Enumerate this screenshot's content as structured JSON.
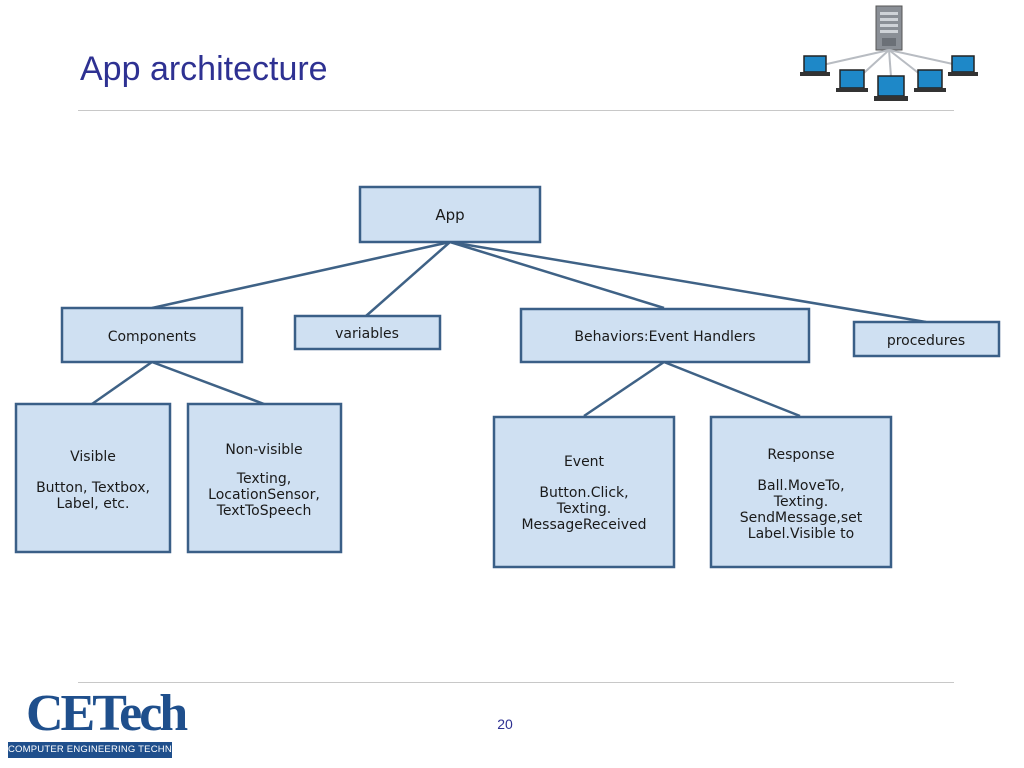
{
  "slide": {
    "title": "App architecture",
    "page_number": "20"
  },
  "logo": {
    "main": "CETech",
    "sub": "COMPUTER ENGINEERING TECHNOLOGY"
  },
  "diagram": {
    "root": {
      "label": "App"
    },
    "level1": {
      "components": "Components",
      "variables": "variables",
      "behaviors": "Behaviors:Event Handlers",
      "procedures": "procedures"
    },
    "visible": {
      "title": "Visible",
      "lines": [
        "Button, Textbox,",
        "Label, etc."
      ]
    },
    "nonvisible": {
      "title": "Non-visible",
      "lines": [
        "Texting,",
        "LocationSensor,",
        "TextToSpeech"
      ]
    },
    "event": {
      "title": "Event",
      "lines": [
        "Button.Click,",
        "Texting.",
        "MessageReceived"
      ]
    },
    "response": {
      "title": "Response",
      "lines": [
        "Ball.MoveTo,",
        "Texting.",
        "SendMessage,set",
        "Label.Visible to"
      ]
    },
    "colors": {
      "box_fill": "#cfe0f2",
      "box_stroke": "#3a5f87",
      "title": "#2e3192"
    }
  }
}
